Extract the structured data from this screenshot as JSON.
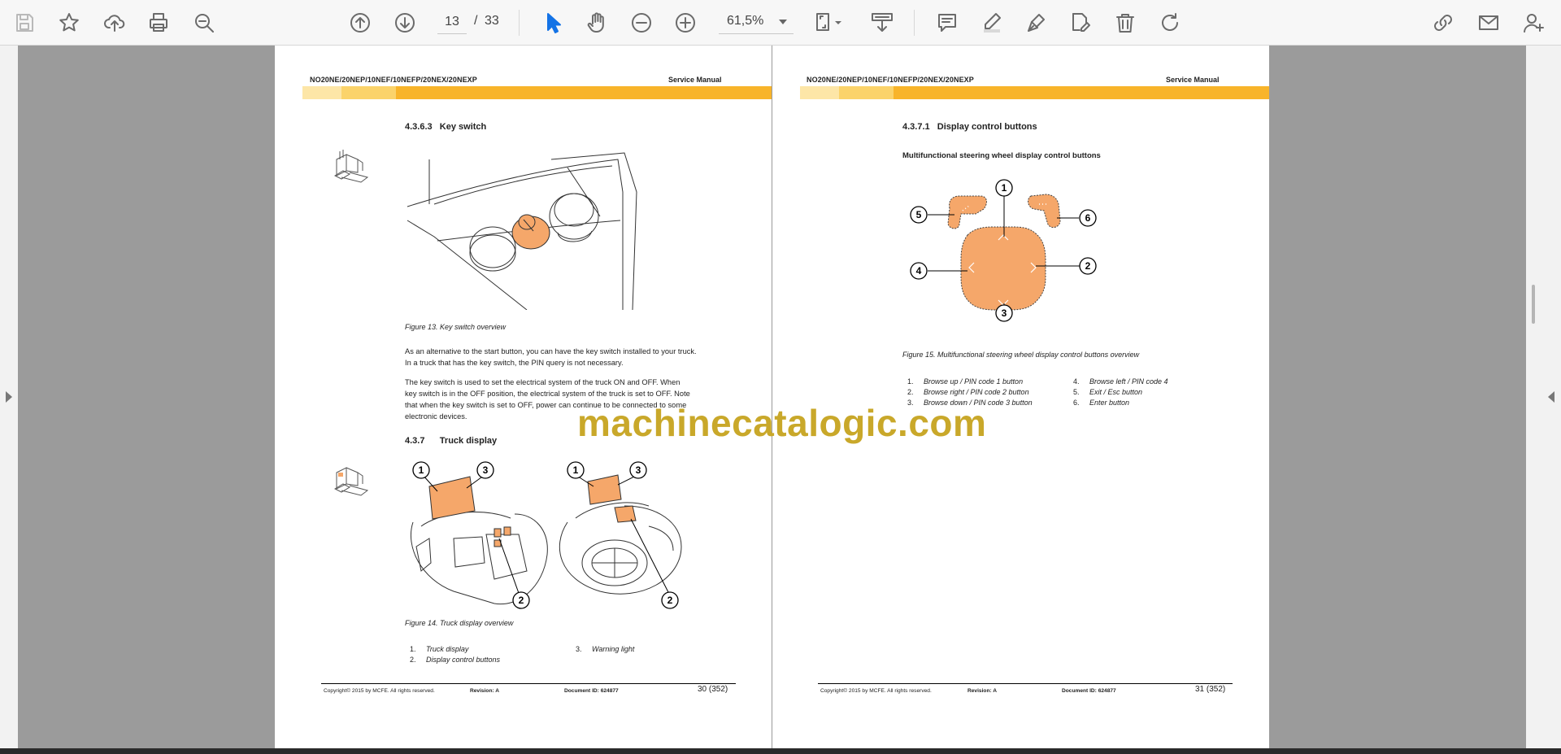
{
  "toolbar": {
    "page_current": "13",
    "page_separator": "/",
    "page_total": "33",
    "zoom": "61,5%"
  },
  "pages": {
    "left": {
      "header_doc": "NO20NE/20NEP/10NEF/10NEFP/20NEX/20NEXP",
      "header_manual": "Service Manual",
      "section_1": "4.3.6.3   Key switch",
      "figure_13_caption": "Figure 13. Key switch overview",
      "para_1_line_1": "As an alternative to the start button, you can have the key switch installed to your truck.",
      "para_1_line_2": "In a truck that has the key switch, the PIN query is not necessary.",
      "para_2_line_1": "The key switch is used to set the electrical system of the truck ON and OFF. When",
      "para_2_line_2": "key switch is in the OFF position, the electrical system of the truck is set to OFF. Note",
      "para_2_line_3": "that when the key switch is set to OFF, power can continue to be connected to some",
      "para_2_line_4": "electronic devices.",
      "section_2": "4.3.7      Truck display",
      "figure_14_caption": "Figure 14. Truck display overview",
      "list": [
        {
          "num": "1.",
          "text": "Truck display"
        },
        {
          "num": "2.",
          "text": "Display control buttons"
        },
        {
          "num": "3.",
          "text": "Warning light"
        }
      ],
      "footer_copyright": "Copyright© 2015 by MCFE. All rights reserved.",
      "footer_revision": "Revision: A",
      "footer_docid": "Document ID: 624877",
      "footer_page": "30 (352)"
    },
    "right": {
      "header_doc": "NO20NE/20NEP/10NEF/10NEFP/20NEX/20NEXP",
      "header_manual": "Service Manual",
      "section_1": "4.3.7.1   Display control buttons",
      "subsection": "Multifunctional steering wheel display control buttons",
      "figure_15_caption": "Figure 15. Multifunctional steering wheel display control buttons overview",
      "list": [
        {
          "num": "1.",
          "text": "Browse up / PIN code 1 button"
        },
        {
          "num": "2.",
          "text": "Browse right / PIN code 2 button"
        },
        {
          "num": "3.",
          "text": "Browse down / PIN code 3 button"
        },
        {
          "num": "4.",
          "text": "Browse left / PIN code 4"
        },
        {
          "num": "5.",
          "text": "Exit / Esc button"
        },
        {
          "num": "6.",
          "text": "Enter button"
        }
      ],
      "callouts": [
        "1",
        "2",
        "3",
        "4",
        "5",
        "6"
      ],
      "footer_copyright": "Copyright© 2015 by MCFE. All rights reserved.",
      "footer_revision": "Revision: A",
      "footer_docid": "Document ID: 624877",
      "footer_page": "31 (352)"
    }
  },
  "figure_14_callouts": [
    "1",
    "3",
    "2"
  ],
  "watermark": "machinecatalogic.com",
  "icons": [
    "save-icon",
    "star-icon",
    "upload-cloud-icon",
    "print-icon",
    "zoom-search-icon",
    "arrow-up-circle-icon",
    "arrow-down-circle-icon",
    "pointer-icon",
    "hand-icon",
    "zoom-out-icon",
    "zoom-in-icon",
    "page-fit-icon",
    "scroll-mode-icon",
    "comment-icon",
    "highlight-pen-icon",
    "sign-pen-icon",
    "edit-pdf-icon",
    "trash-icon",
    "rotate-icon",
    "share-link-icon",
    "email-icon",
    "add-user-icon"
  ],
  "colors": {
    "accent": "#1473e6",
    "highlight_orange": "#f5a76a",
    "header_bar": "#f8b42a",
    "watermark": "#c9a82a"
  }
}
